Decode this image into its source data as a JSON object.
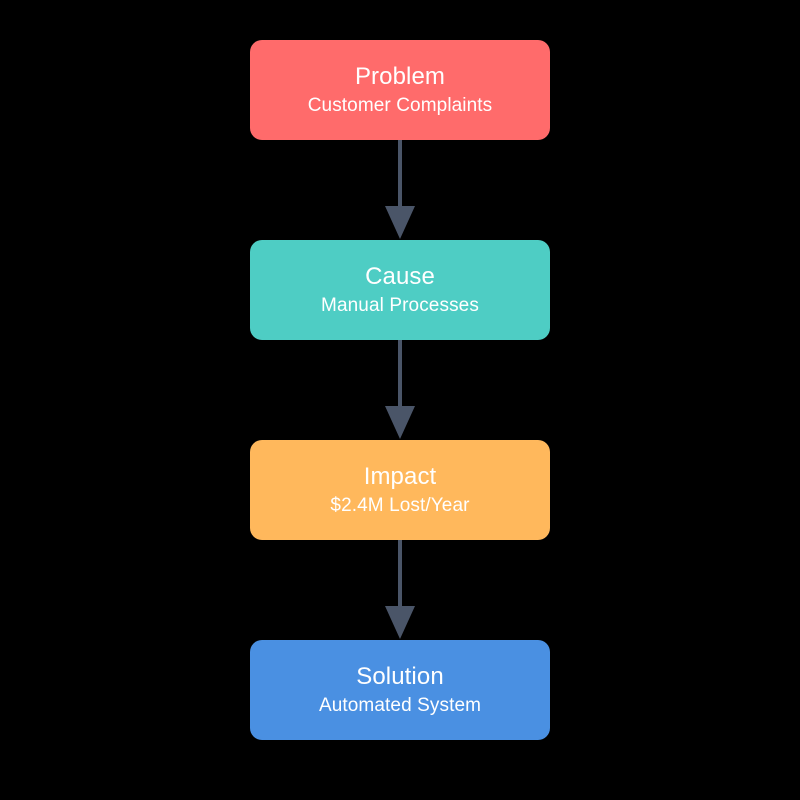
{
  "diagram": {
    "title": "Problem Cause Impact Solution Flow",
    "background_color": "#000000",
    "orientation": "vertical-top-down",
    "arrow_color": "#4a5568",
    "nodes": [
      {
        "id": "problem",
        "title": "Problem",
        "subtitle": "Customer Complaints",
        "color": "#ff6b6b",
        "text_color": "#ffffff"
      },
      {
        "id": "cause",
        "title": "Cause",
        "subtitle": "Manual Processes",
        "color": "#4ecdc4",
        "text_color": "#ffffff"
      },
      {
        "id": "impact",
        "title": "Impact",
        "subtitle": "$2.4M Lost/Year",
        "color": "#ffb85c",
        "text_color": "#ffffff"
      },
      {
        "id": "solution",
        "title": "Solution",
        "subtitle": "Automated System",
        "color": "#4a90e2",
        "text_color": "#ffffff"
      }
    ],
    "connectors": [
      {
        "id": "problem-to-cause",
        "from": "problem",
        "to": "cause",
        "style": "arrow-down"
      },
      {
        "id": "cause-to-impact",
        "from": "cause",
        "to": "impact",
        "style": "arrow-down"
      },
      {
        "id": "impact-to-solution",
        "from": "impact",
        "to": "solution",
        "style": "arrow-down"
      }
    ]
  }
}
